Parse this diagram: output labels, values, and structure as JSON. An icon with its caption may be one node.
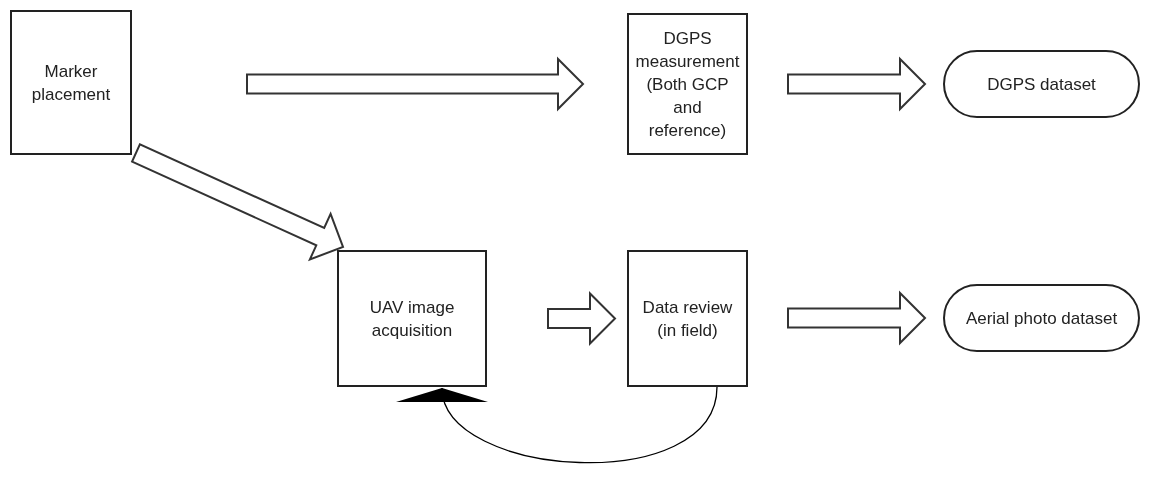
{
  "diagram": {
    "nodes": [
      {
        "text": [
          "Marker placement"
        ]
      },
      {
        "text": [
          "DGPS measurement (Both GCP and reference)"
        ]
      },
      {
        "text": [
          "DGPS dataset"
        ]
      },
      {
        "text": [
          "UAV image acquisition"
        ]
      },
      {
        "text": [
          "Data review (in field)"
        ]
      },
      {
        "text": [
          "Aerial photo dataset"
        ]
      }
    ],
    "edges": [
      {
        "from": 0,
        "to": 1,
        "arrow": "to"
      },
      {
        "from": 1,
        "to": 2,
        "arrow": "to"
      },
      {
        "from": 0,
        "to": 3,
        "arrow": "to"
      },
      {
        "from": 3,
        "to": 4,
        "arrow": "to"
      },
      {
        "from": 4,
        "to": 5,
        "arrow": "to"
      },
      {
        "from": 4,
        "to": 3,
        "arrow": "to"
      }
    ]
  }
}
